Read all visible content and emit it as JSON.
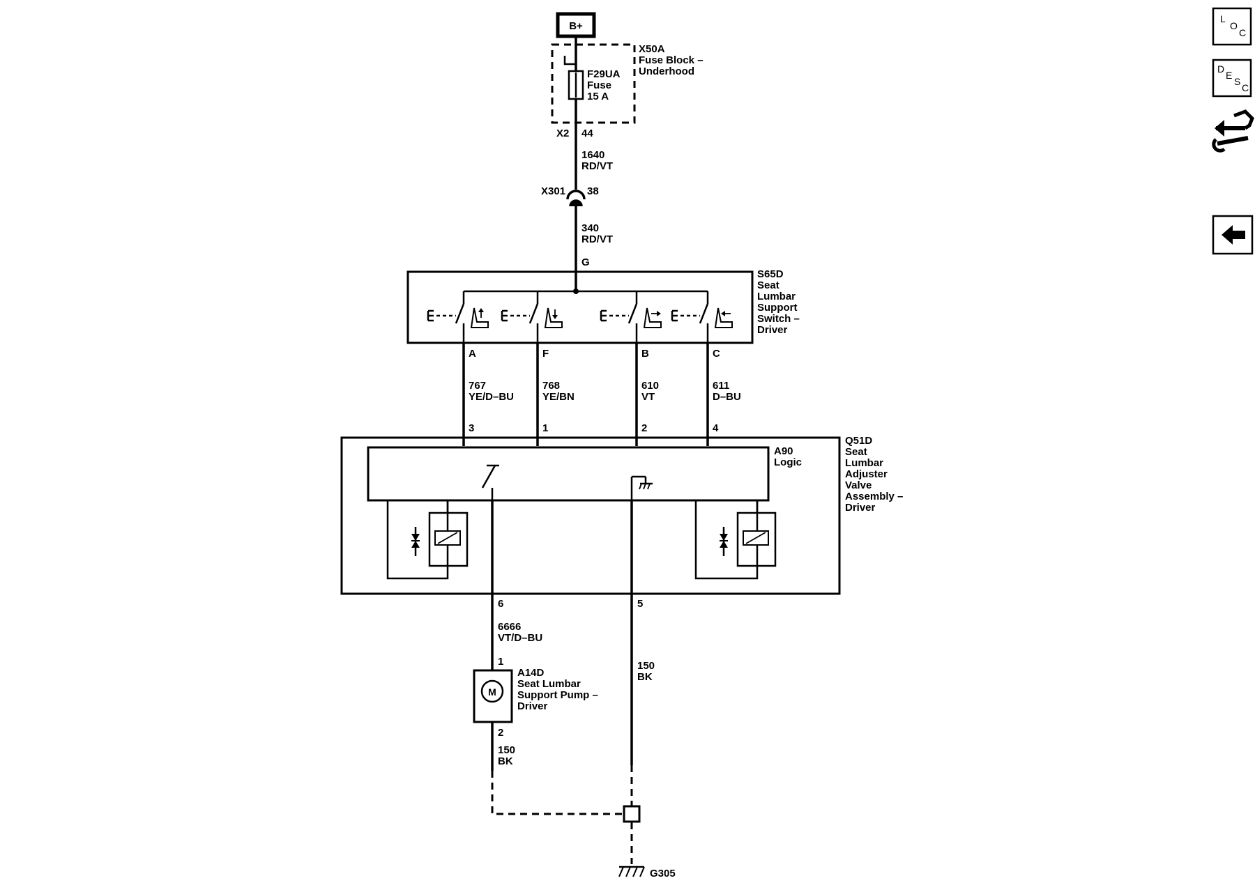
{
  "battery": {
    "label": "B+"
  },
  "fuse_block": {
    "id": "X50A",
    "name_line1": "Fuse Block –",
    "name_line2": "Underhood",
    "connector": "X2",
    "pin": "44"
  },
  "fuse": {
    "id": "F29UA",
    "type": "Fuse",
    "rating": "15 A"
  },
  "wire_1640": {
    "circuit": "1640",
    "color": "RD/VT"
  },
  "inline_connector": {
    "id": "X301",
    "pin": "38"
  },
  "wire_340": {
    "circuit": "340",
    "color": "RD/VT"
  },
  "switch": {
    "input_pin": "G",
    "label_lines": [
      "S65D",
      "Seat",
      "Lumbar",
      "Support",
      "Switch –",
      "Driver"
    ],
    "pins": [
      "A",
      "F",
      "B",
      "C"
    ]
  },
  "switch_wires": [
    {
      "circuit": "767",
      "color": "YE/D–BU",
      "valve_pin": "3"
    },
    {
      "circuit": "768",
      "color": "YE/BN",
      "valve_pin": "1"
    },
    {
      "circuit": "610",
      "color": "VT",
      "valve_pin": "2"
    },
    {
      "circuit": "611",
      "color": "D–BU",
      "valve_pin": "4"
    }
  ],
  "logic": {
    "line1": "A90",
    "line2": "Logic"
  },
  "valve_assembly": {
    "label_lines": [
      "Q51D",
      "Seat",
      "Lumbar",
      "Adjuster",
      "Valve",
      "Assembly –",
      "Driver"
    ],
    "pin_pump": "6",
    "pin_ground": "5"
  },
  "wire_6666": {
    "circuit": "6666",
    "color": "VT/D–BU"
  },
  "pump": {
    "pin_top": "1",
    "pin_bottom": "2",
    "motor_symbol": "M",
    "label_lines": [
      "A14D",
      "Seat Lumbar",
      "Support Pump –",
      "Driver"
    ]
  },
  "wire_150_pump": {
    "circuit": "150",
    "color": "BK"
  },
  "wire_150_valve": {
    "circuit": "150",
    "color": "BK"
  },
  "ground": {
    "id": "G305"
  },
  "nav": {
    "loc": {
      "l1": "L",
      "l2": "O",
      "l3": "C"
    },
    "desc": {
      "l1": "D",
      "l2": "E",
      "l3": "S",
      "l4": "C"
    }
  }
}
